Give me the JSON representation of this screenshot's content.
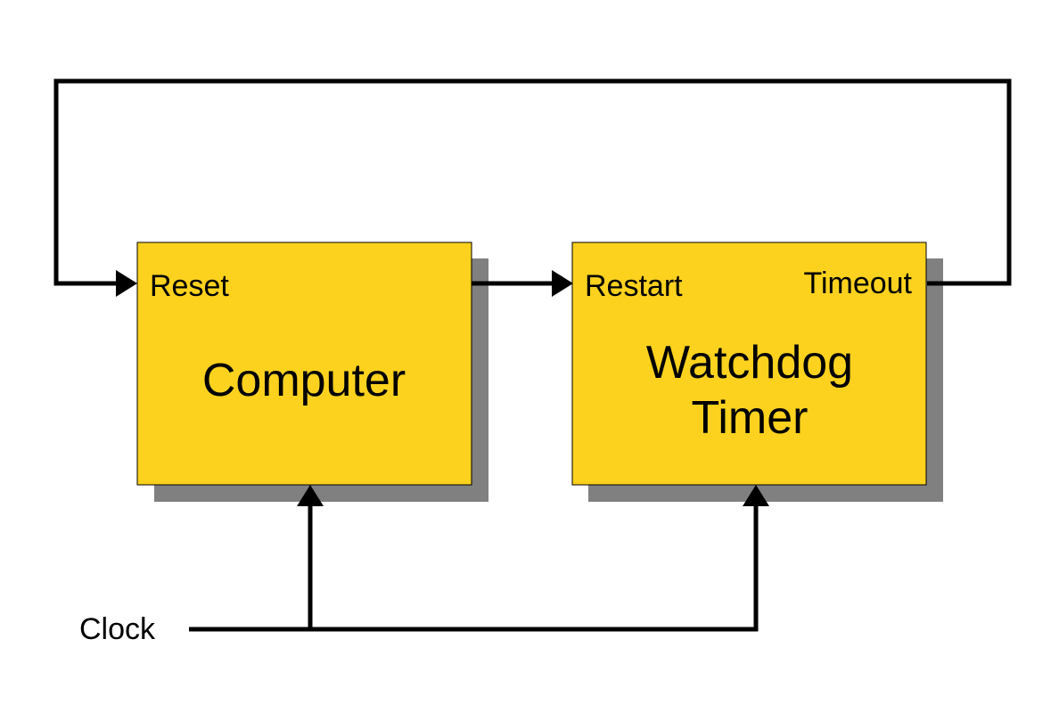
{
  "colors": {
    "block_fill": "#fcd21e",
    "block_shadow": "#808080",
    "wire": "#000000",
    "background": "#ffffff"
  },
  "blocks": {
    "computer": {
      "title": "Computer",
      "ports": {
        "reset": "Reset"
      }
    },
    "watchdog": {
      "title_line1": "Watchdog",
      "title_line2": "Timer",
      "ports": {
        "restart": "Restart",
        "timeout": "Timeout"
      }
    }
  },
  "signals": {
    "clock": "Clock"
  }
}
